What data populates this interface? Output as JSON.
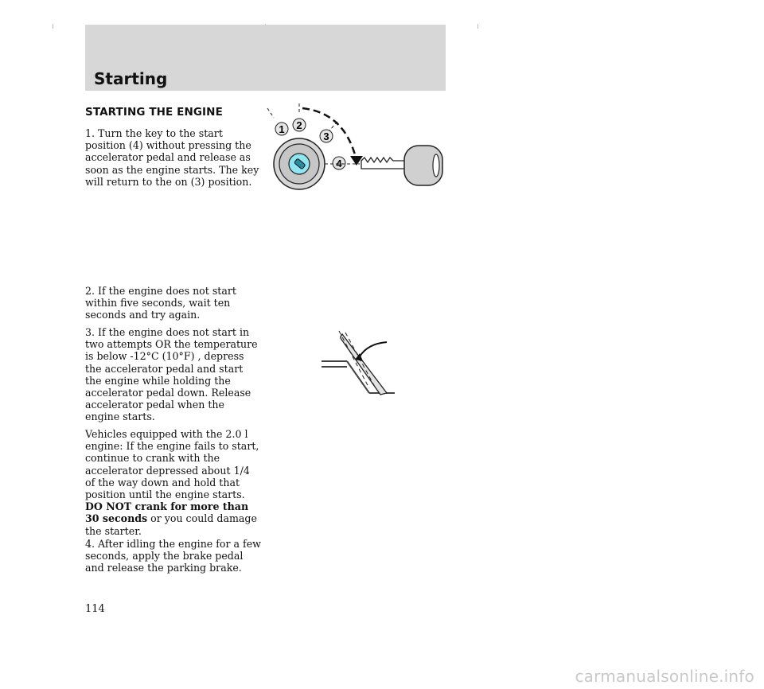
{
  "header": {
    "section_title": "Starting"
  },
  "content": {
    "heading": "STARTING THE ENGINE",
    "step1": "1. Turn the key to the  start position (4)  without pressing the accelerator pedal and release as soon as the engine starts. The key will return to the on (3)  position.",
    "step2": "2. If the engine does not start within five seconds, wait ten seconds and try again.",
    "step3": "3. If the engine does not start in two attempts OR the temperature is below -12°C (10°F) , depress the accelerator pedal and start the engine while holding the accelerator pedal down. Release accelerator pedal when the engine starts.",
    "vehicles_note": "Vehicles equipped with the 2.0 l engine: If the engine fails to start, continue to crank with the accelerator depressed about 1/4 of the way down and hold that position until the engine starts.",
    "warning_bold": "DO NOT crank for more than 30 seconds",
    "warning_rest": " or you could damage the starter.",
    "step4": "4. After idling the engine for a few seconds, apply the brake pedal and release the parking brake."
  },
  "ignition_diagram": {
    "labels": [
      "1",
      "2",
      "3",
      "4"
    ],
    "cylinder_color": "#8fe6f0"
  },
  "footer": {
    "page_number": "114",
    "watermark": "carmanualsonline.info"
  }
}
